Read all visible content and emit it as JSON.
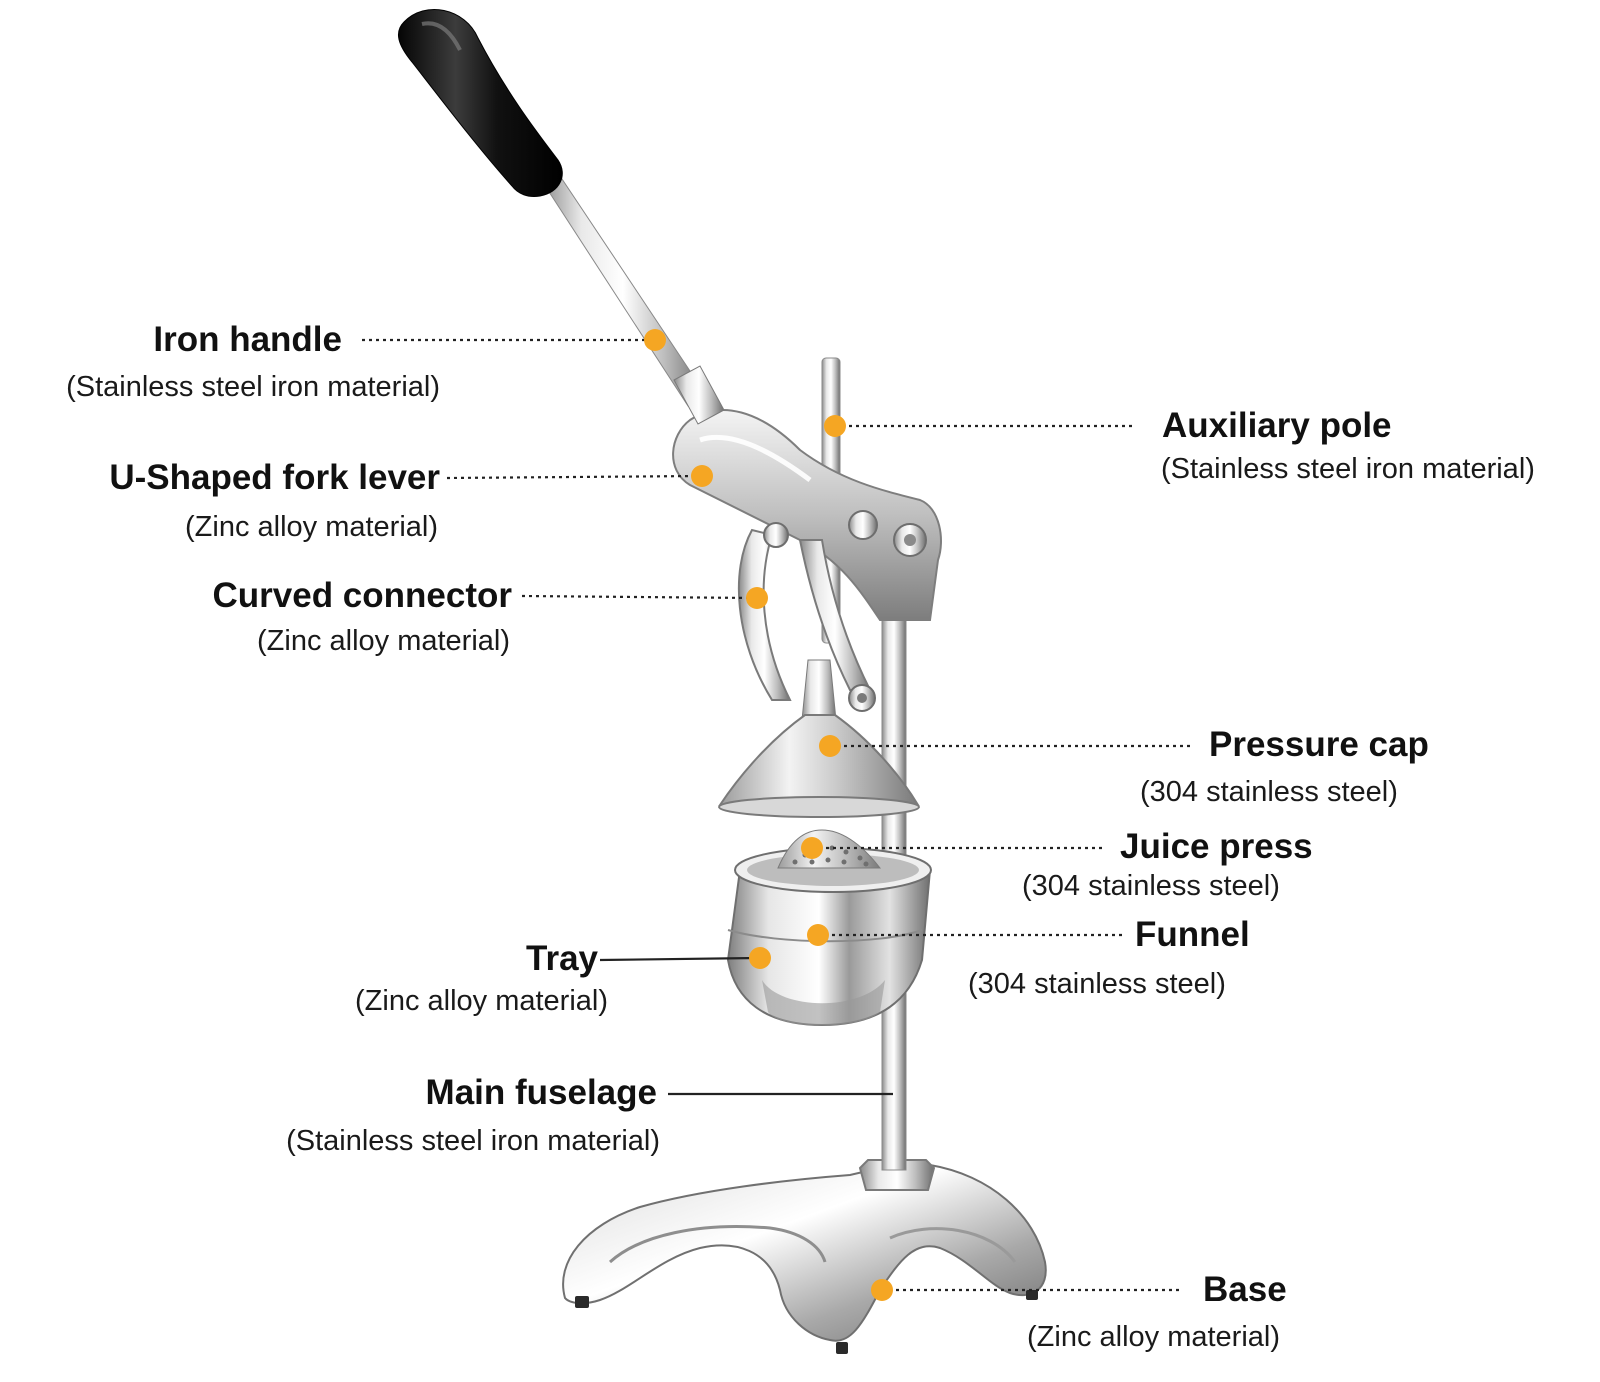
{
  "colors": {
    "background": "#ffffff",
    "marker_dot": "#f5a623",
    "leader_line": "#222222",
    "handle_grip": "#1b1b1b",
    "steel_light": "#f2f2f2",
    "steel_mid": "#c4c4c4",
    "steel_dark": "#7b7b7b"
  },
  "parts": [
    {
      "key": "iron_handle",
      "name": "Iron handle",
      "material": "(Stainless steel iron material)",
      "line_style": "dotted"
    },
    {
      "key": "u_shaped_fork_lever",
      "name": "U-Shaped fork lever",
      "material": "(Zinc alloy material)",
      "line_style": "dotted"
    },
    {
      "key": "curved_connector",
      "name": "Curved connector",
      "material": "(Zinc alloy material)",
      "line_style": "dotted"
    },
    {
      "key": "tray",
      "name": "Tray",
      "material": "(Zinc alloy material)",
      "line_style": "solid"
    },
    {
      "key": "main_fuselage",
      "name": "Main fuselage",
      "material": "(Stainless steel iron material)",
      "line_style": "solid"
    },
    {
      "key": "auxiliary_pole",
      "name": "Auxiliary pole",
      "material": "(Stainless steel iron material)",
      "line_style": "dotted"
    },
    {
      "key": "pressure_cap",
      "name": "Pressure cap",
      "material": "(304 stainless steel)",
      "line_style": "dotted"
    },
    {
      "key": "juice_press",
      "name": "Juice press",
      "material": "(304 stainless steel)",
      "line_style": "dotted"
    },
    {
      "key": "funnel",
      "name": "Funnel",
      "material": "(304 stainless steel)",
      "line_style": "dotted"
    },
    {
      "key": "base",
      "name": "Base",
      "material": "(Zinc alloy material)",
      "line_style": "dotted"
    }
  ]
}
